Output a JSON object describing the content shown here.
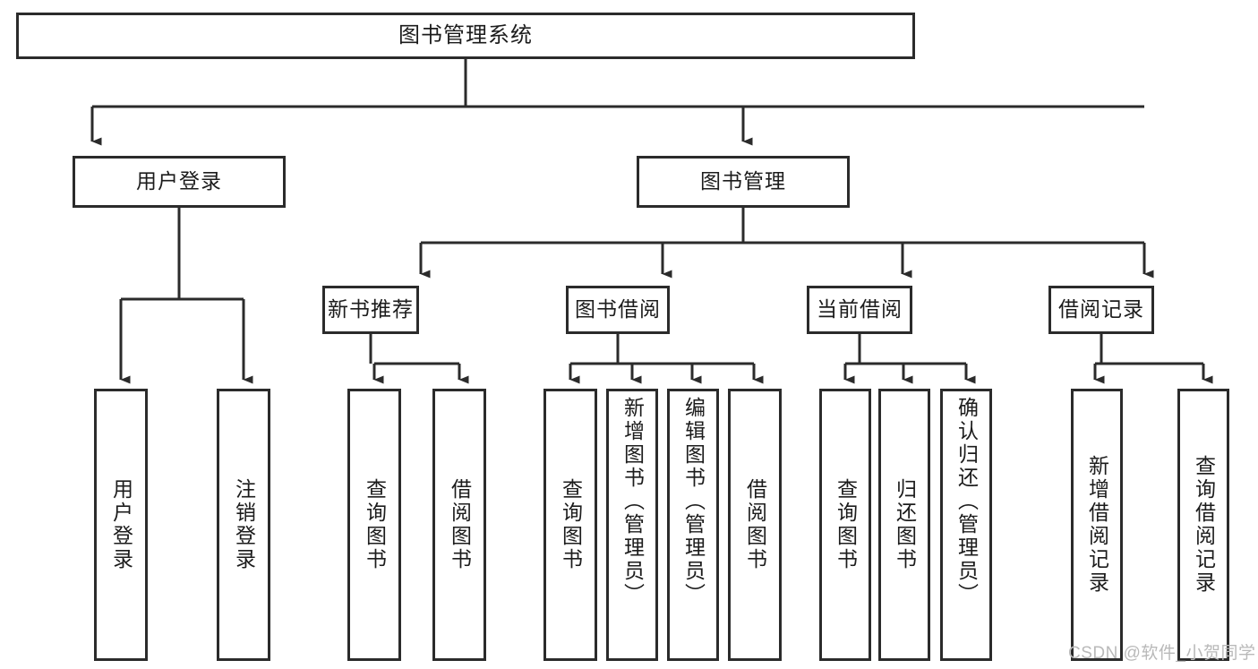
{
  "diagram": {
    "type": "hierarchy-tree",
    "title": "图书管理系统",
    "root": {
      "label": "图书管理系统"
    },
    "level2": [
      {
        "label": "用户登录"
      },
      {
        "label": "图书管理"
      }
    ],
    "level3": [
      {
        "label": "新书推荐"
      },
      {
        "label": "图书借阅"
      },
      {
        "label": "当前借阅"
      },
      {
        "label": "借阅记录"
      }
    ],
    "leaves": {
      "user_login": [
        {
          "label": "用户登录"
        },
        {
          "label": "注销登录"
        }
      ],
      "new_book_recommend": [
        {
          "label": "查询图书"
        },
        {
          "label": "借阅图书"
        }
      ],
      "book_borrow": [
        {
          "label": "查询图书"
        },
        {
          "label": "新增图书（管理员）"
        },
        {
          "label": "编辑图书（管理员）"
        },
        {
          "label": "借阅图书"
        }
      ],
      "current_borrow": [
        {
          "label": "查询图书"
        },
        {
          "label": "归还图书"
        },
        {
          "label": "确认归还（管理员）"
        }
      ],
      "borrow_record": [
        {
          "label": "新增借阅记录"
        },
        {
          "label": "查询借阅记录"
        }
      ]
    },
    "watermark": "CSDN @软件_小贺同学",
    "colors": {
      "stroke": "#2b2b2b",
      "background": "#ffffff",
      "text": "#1c1c1c",
      "watermark": "#b9b9b9"
    }
  }
}
